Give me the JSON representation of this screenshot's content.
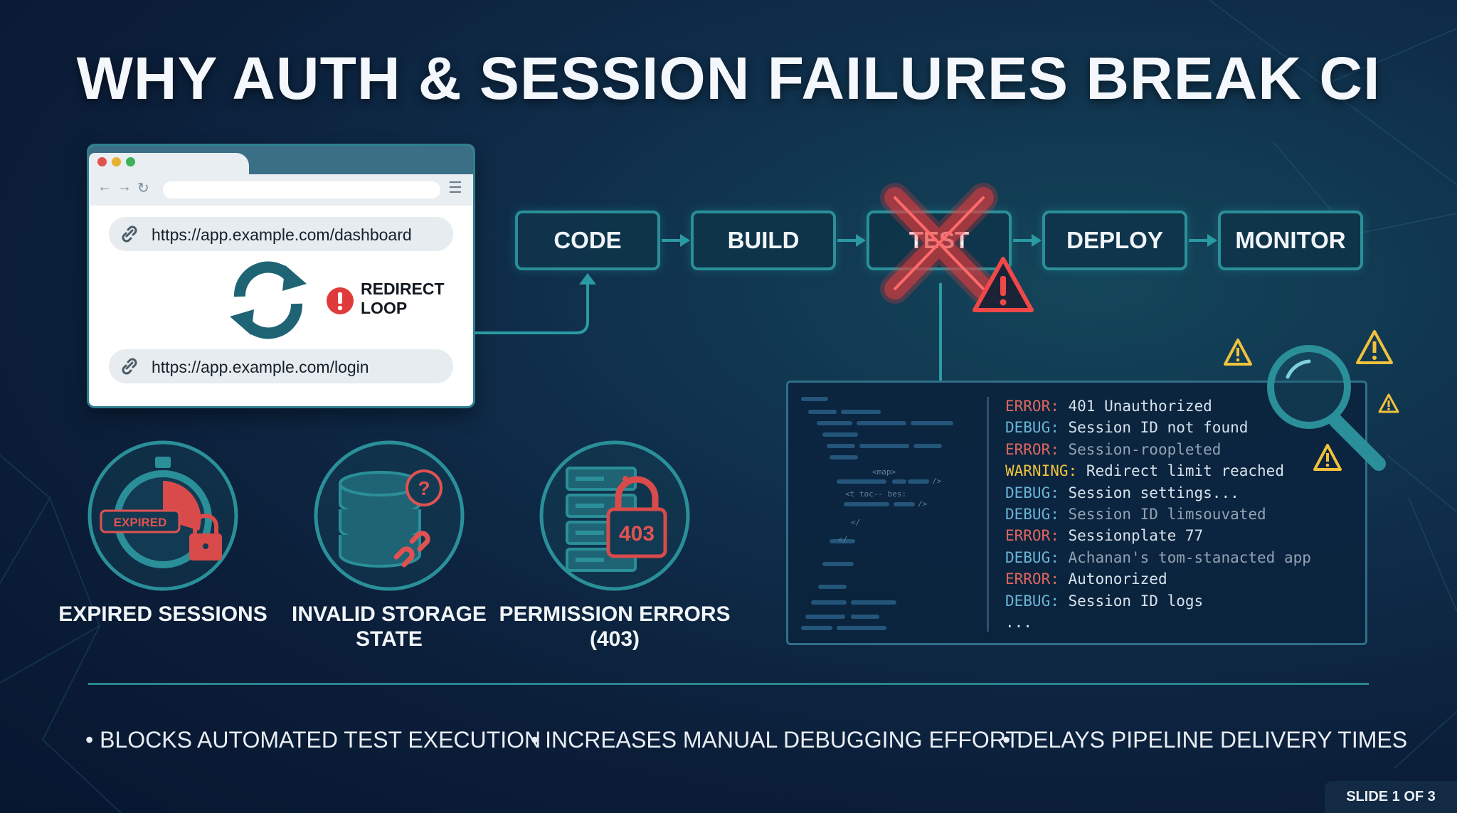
{
  "title": "WHY AUTH & SESSION FAILURES BREAK CI",
  "browser": {
    "url_top": "https://app.example.com/dashboard",
    "url_bottom": "https://app.example.com/login",
    "redirect_label": "REDIRECT LOOP"
  },
  "pipeline": {
    "stages": [
      "CODE",
      "BUILD",
      "TEST",
      "DEPLOY",
      "MONITOR"
    ],
    "failed_stage": "TEST"
  },
  "logs": [
    {
      "level": "ERROR:",
      "message": "401 Unauthorized"
    },
    {
      "level": "DEBUG:",
      "message": "Session ID not found"
    },
    {
      "level": "ERROR:",
      "message": "Session-roopleted"
    },
    {
      "level": "WARNING:",
      "message": "Redirect limit reached"
    },
    {
      "level": "DEBUG:",
      "message": "Session settings..."
    },
    {
      "level": "DEBUG:",
      "message": "Session ID limsouvated"
    },
    {
      "level": "ERROR:",
      "message": "Sessionplate 77"
    },
    {
      "level": "DEBUG:",
      "message": "Achanan's tom-stanacted app"
    },
    {
      "level": "ERROR:",
      "message": "Autonorized"
    },
    {
      "level": "DEBUG:",
      "message": "Session ID logs"
    }
  ],
  "log_ellipsis": "...",
  "code_snippets": [
    "<map>",
    "<t toc-- bes:",
    "/>",
    "/>",
    "</",
    "</"
  ],
  "icons": [
    {
      "label": "EXPIRED SESSIONS",
      "badge": "EXPIRED"
    },
    {
      "label": "INVALID STORAGE STATE"
    },
    {
      "label": "PERMISSION ERRORS (403)",
      "badge": "403"
    }
  ],
  "bullets": [
    "• BLOCKS AUTOMATED TEST EXECUTION",
    "• INCREASES MANUAL DEBUGGING EFFORT",
    "• DELAYS PIPELINE DELIVERY TIMES"
  ],
  "slide_indicator": "SLIDE 1 OF 3",
  "colors": {
    "accent_teal": "#2a8f99",
    "error_red": "#e0675f",
    "warning_yellow": "#f0c23c",
    "background": "#0f2d4a"
  }
}
